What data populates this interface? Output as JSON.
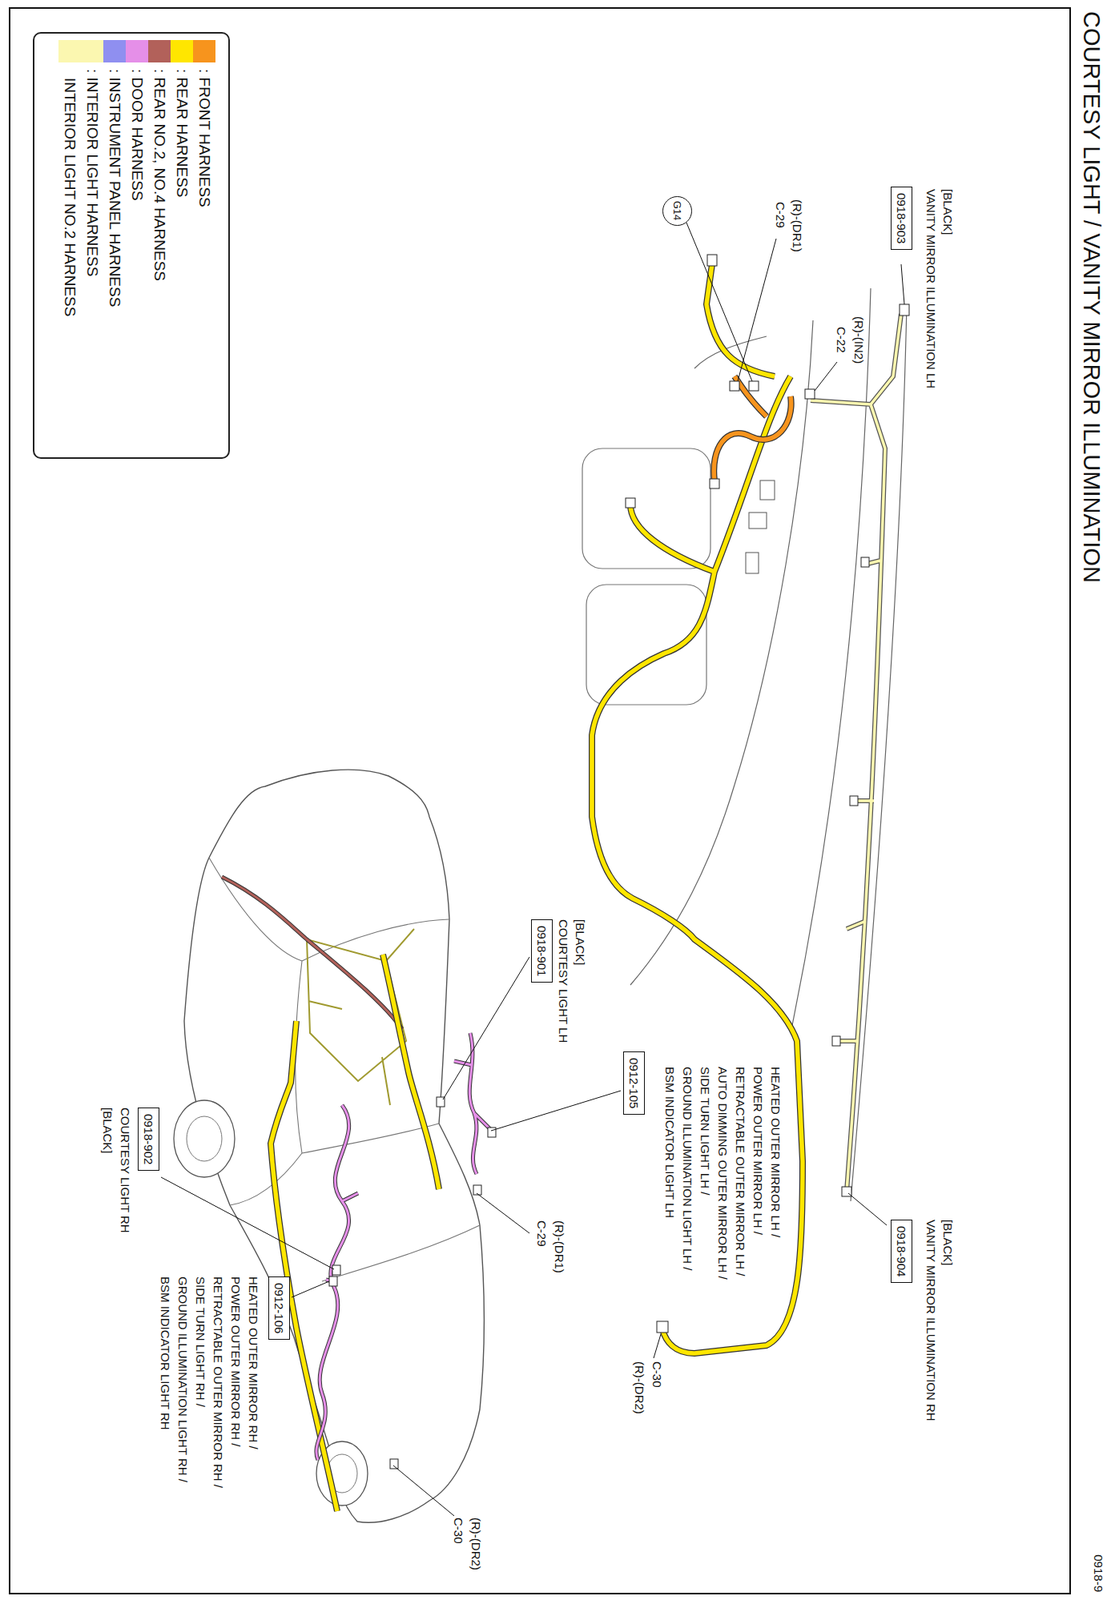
{
  "diagram": {
    "title": "COURTESY LIGHT / VANITY MIRROR ILLUMINATION",
    "nodes": [
      {
        "text": [
          "0918-903"
        ]
      },
      {
        "text": [
          "G14"
        ]
      },
      {
        "text": [
          "0918-904"
        ]
      },
      {
        "text": [
          "0918-901"
        ]
      },
      {
        "text": [
          "0912-105"
        ]
      },
      {
        "text": [
          "0918-902"
        ]
      },
      {
        "text": [
          "0912-106"
        ]
      }
    ],
    "labels": [
      "0918-9",
      "[BLACK]",
      "VANITY MIRROR ILLUMINATION LH",
      "[BLACK]",
      "VANITY MIRROR ILLUMINATION RH",
      "(R)-(IN2)",
      "C-22",
      "(R)-(DR1)",
      "C-29",
      "C-30",
      "(R)-(DR2)",
      "[BLACK]",
      "COURTESY LIGHT LH",
      "HEATED OUTER MIRROR LH /",
      "POWER OUTER MIRROR LH /",
      "RETRACTABLE OUTER MIRROR LH /",
      "AUTO DIMMING OUTER MIRROR LH /",
      "SIDE TURN LIGHT LH /",
      "GROUND ILLUMINATION LIGHT LH /",
      "BSM INDICATOR LIGHT LH",
      "(R)-(DR1)",
      "C-29",
      "COURTESY LIGHT RH",
      "[BLACK]",
      "HEATED OUTER MIRROR RH /",
      "POWER OUTER MIRROR RH /",
      "RETRACTABLE OUTER MIRROR RH /",
      "SIDE TURN LIGHT RH /",
      "GROUND ILLUMINATION LIGHT RH /",
      "BSM INDICATOR LIGHT RH",
      "(R)-(DR2)",
      "C-30"
    ],
    "legend": [
      {
        "text": ": FRONT HARNESS",
        "color": "#f7941d"
      },
      {
        "text": ": REAR HARNESS",
        "color": "#ffe600"
      },
      {
        "text": ": REAR NO.2, NO.4 HARNESS",
        "color": "#b2615a"
      },
      {
        "text": ": DOOR HARNESS",
        "color": "#e58fe8"
      },
      {
        "text": ": INSTRUMENT PANEL HARNESS",
        "color": "#8f8ff0"
      },
      {
        "text": ": INTERIOR LIGHT HARNESS",
        "color": "#fbf7b0"
      },
      {
        "text": "INTERIOR LIGHT NO.2 HARNESS",
        "color": "#fbf7b0"
      }
    ]
  }
}
